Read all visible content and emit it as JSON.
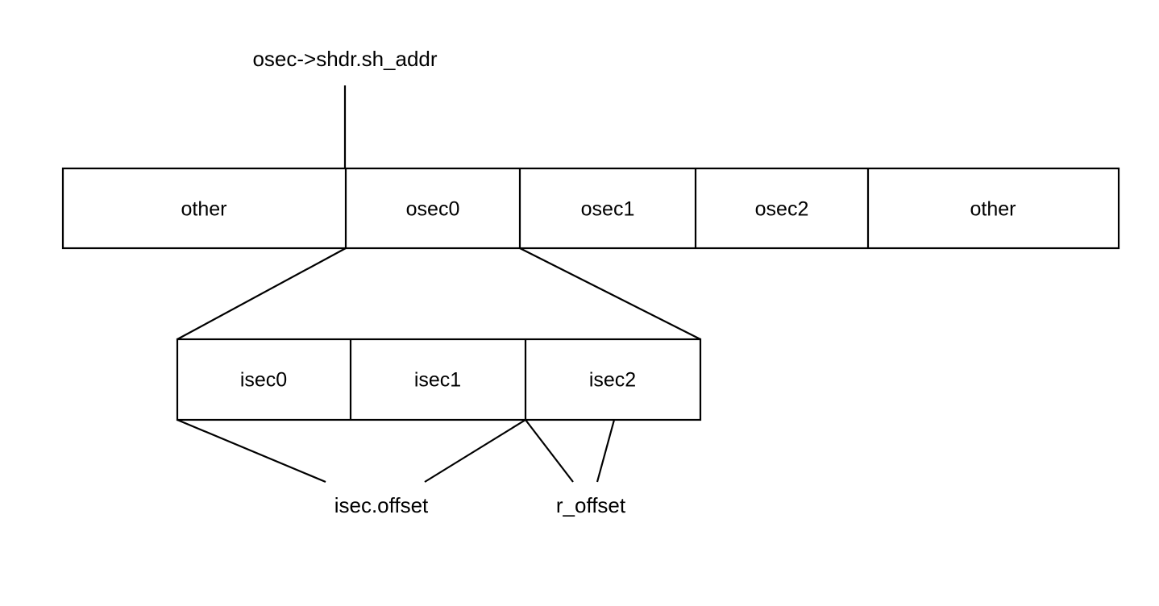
{
  "diagram": {
    "title_annotation": "osec->shdr.sh_addr",
    "background_color": "#ffffff",
    "stroke_color": "#000000",
    "output_section_bar": {
      "name": "output-section-bar",
      "cells": [
        {
          "label": "other"
        },
        {
          "label": "osec0"
        },
        {
          "label": "osec1"
        },
        {
          "label": "osec2"
        },
        {
          "label": "other"
        }
      ]
    },
    "input_section_bar": {
      "name": "input-section-bar",
      "cells": [
        {
          "label": "isec0"
        },
        {
          "label": "isec1"
        },
        {
          "label": "isec2"
        }
      ]
    },
    "bottom_annotations": [
      {
        "label": "isec.offset"
      },
      {
        "label": "r_offset"
      }
    ]
  }
}
